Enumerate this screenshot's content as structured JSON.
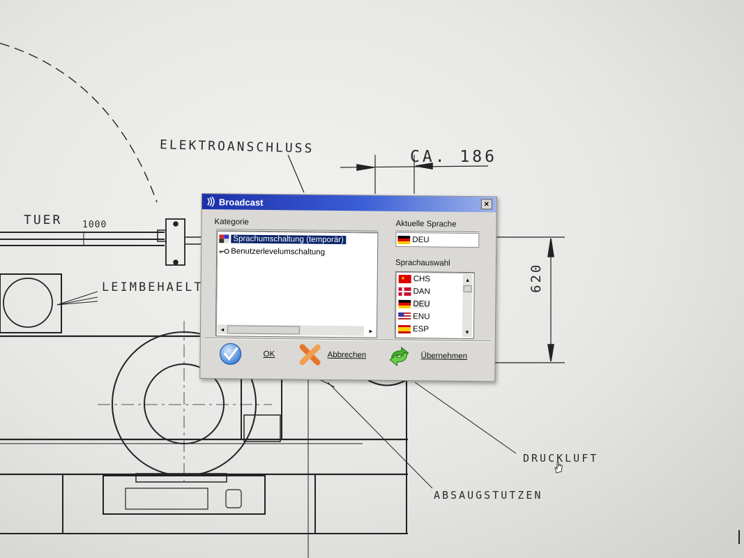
{
  "drawing": {
    "labels": {
      "elektro": "ELEKTROANSCHLUSS",
      "ca": "CA. 186",
      "tuer": "TUER",
      "width_1000": "1000",
      "leim": "LEIMBEHAELTE",
      "dim_620": "620",
      "druckluft": "DRUCKLUFT",
      "absaug": "ABSAUGSTUTZEN"
    }
  },
  "dialog": {
    "title": "Broadcast",
    "close_glyph": "×",
    "category_label": "Kategorie",
    "categories": [
      {
        "label": "Sprachumschaltung (temporär)",
        "icon": "language-switch-icon",
        "selected": true
      },
      {
        "label": "Benutzerlevelumschaltung",
        "icon": "key-icon",
        "selected": false
      }
    ],
    "current_language_label": "Aktuelle Sprache",
    "current_language": {
      "code": "DEU",
      "flag": "germany-flag-icon"
    },
    "language_select_label": "Sprachauswahl",
    "languages": [
      {
        "code": "CHS",
        "flag": "china-flag-icon"
      },
      {
        "code": "DAN",
        "flag": "denmark-flag-icon"
      },
      {
        "code": "DEU",
        "flag": "germany-flag-icon"
      },
      {
        "code": "ENU",
        "flag": "usa-flag-icon"
      },
      {
        "code": "ESP",
        "flag": "spain-flag-icon"
      }
    ],
    "buttons": {
      "ok": "OK",
      "cancel": "Abbrechen",
      "apply": "Übernehmen"
    },
    "colors": {
      "titlebar_start": "#1c2fa8",
      "selection": "#0a246a",
      "dialog_face": "#dad9d6"
    }
  }
}
